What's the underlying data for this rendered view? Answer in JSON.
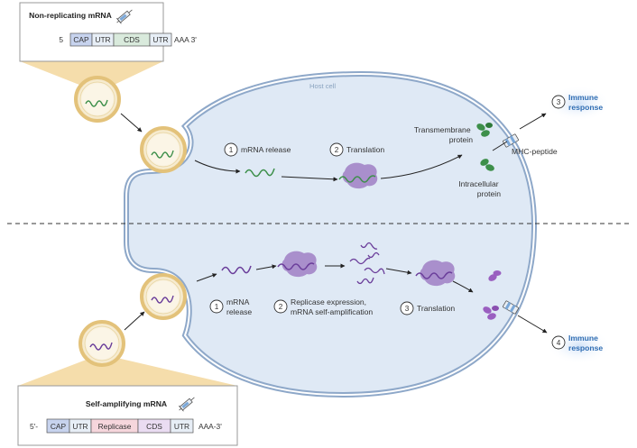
{
  "top_box": {
    "title": "Non-replicating mRNA",
    "prefix": "5",
    "segments": [
      "CAP",
      "UTR",
      "CDS",
      "UTR"
    ],
    "suffix": "AAA  3'"
  },
  "bottom_box": {
    "title": "Self-amplifying mRNA",
    "prefix": "5'-",
    "segments": [
      "CAP",
      "UTR",
      "Replicase",
      "CDS",
      "UTR"
    ],
    "suffix": "AAA-3'"
  },
  "cell_label": "Host cell",
  "top_steps": [
    {
      "num": "1",
      "label": "mRNA release"
    },
    {
      "num": "2",
      "label": "Translation"
    },
    {
      "num": "3",
      "label_lines": [
        "Immune",
        "response"
      ]
    }
  ],
  "top_labels": {
    "transmembrane": [
      "Transmembrane",
      "protein"
    ],
    "mhc": "MHC-peptide",
    "intracellular": [
      "Intracellular",
      "protein"
    ]
  },
  "bottom_steps": [
    {
      "num": "1",
      "label_lines": [
        "mRNA",
        "release"
      ]
    },
    {
      "num": "2",
      "label_lines": [
        "Replicase expression,",
        "mRNA self-amplification"
      ]
    },
    {
      "num": "3",
      "label": "Translation"
    },
    {
      "num": "4",
      "label_lines": [
        "Immune",
        "response"
      ]
    }
  ],
  "colors": {
    "cell_fill": "#dfe9f5",
    "cell_stroke": "#8ea8c9",
    "lnp_gold": "#e3c27a",
    "green_rna": "#3d8f4a",
    "purple_rna": "#6a3d9a",
    "ribosome": "#a98fcc",
    "immune_blue": "#2f6db3"
  },
  "icons": [
    "syringe-icon",
    "lipid-nanoparticle-icon",
    "ribosome-icon",
    "protein-icon",
    "mhc-receptor-icon"
  ]
}
